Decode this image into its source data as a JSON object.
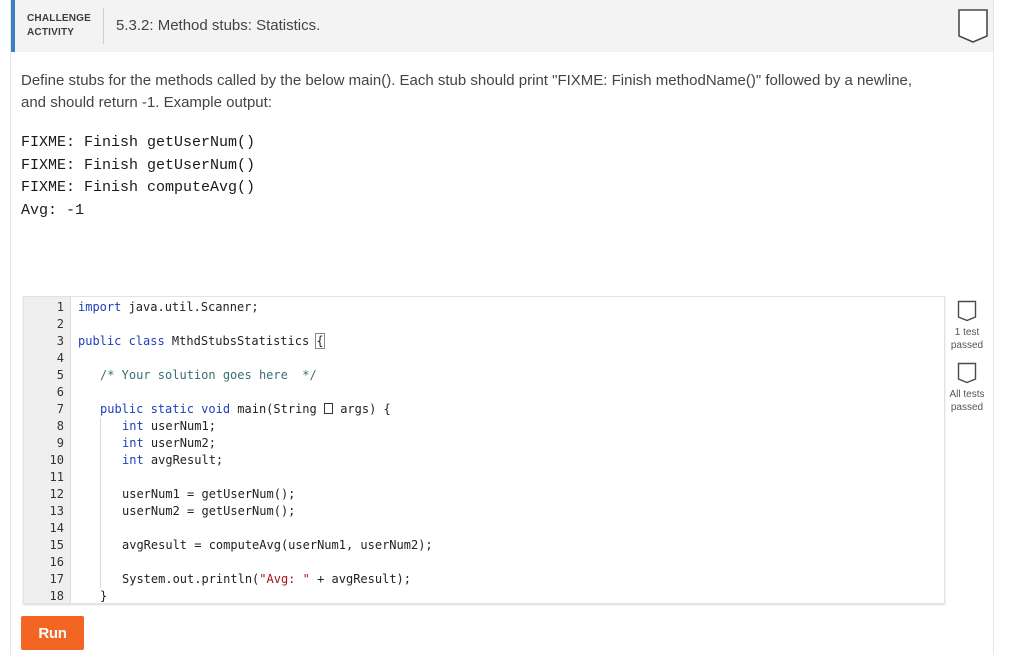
{
  "header": {
    "badge_line1": "CHALLENGE",
    "badge_line2": "ACTIVITY",
    "title": "5.3.2: Method stubs: Statistics."
  },
  "description": "Define stubs for the methods called by the below main(). Each stub should print \"FIXME: Finish methodName()\" followed by a newline, and should return -1. Example output:",
  "example_output": [
    "FIXME: Finish getUserNum()",
    "FIXME: Finish getUserNum()",
    "FIXME: Finish computeAvg()",
    "Avg: -1"
  ],
  "editor": {
    "line_numbers": [
      "1",
      "2",
      "3",
      "4",
      "5",
      "6",
      "7",
      "8",
      "9",
      "10",
      "11",
      "12",
      "13",
      "14",
      "15",
      "16",
      "17",
      "18"
    ],
    "code": {
      "l1_kw": "import",
      "l1_rest": " java.util.Scanner;",
      "l3_kw": "public class",
      "l3_rest": " MthdStubsStatistics ",
      "l3_brace": "{",
      "l5_comment": "/* Your solution goes here  */",
      "l7_kw": "public static void",
      "l7_rest1": " main(String ",
      "l7_rest2": " args) {",
      "l8_kw": "int",
      "l8_rest": " userNum1;",
      "l9_kw": "int",
      "l9_rest": " userNum2;",
      "l10_kw": "int",
      "l10_rest": " avgResult;",
      "l12": "userNum1 = getUserNum();",
      "l13": "userNum2 = getUserNum();",
      "l15": "avgResult = computeAvg(userNum1, userNum2);",
      "l17_a": "System.out.println(",
      "l17_str": "\"Avg: \"",
      "l17_b": " + avgResult);",
      "l18": "}"
    }
  },
  "run_button": "Run",
  "tests": {
    "first_label_1": "1 test",
    "first_label_2": "passed",
    "all_label_1": "All tests",
    "all_label_2": "passed"
  },
  "colors": {
    "accent": "#3b7fc4",
    "run_button": "#f26522",
    "keyword": "#1f3fb8",
    "comment": "#3a6f72"
  },
  "icons": {
    "header": "shield-outline-icon",
    "test": "shield-outline-icon"
  }
}
